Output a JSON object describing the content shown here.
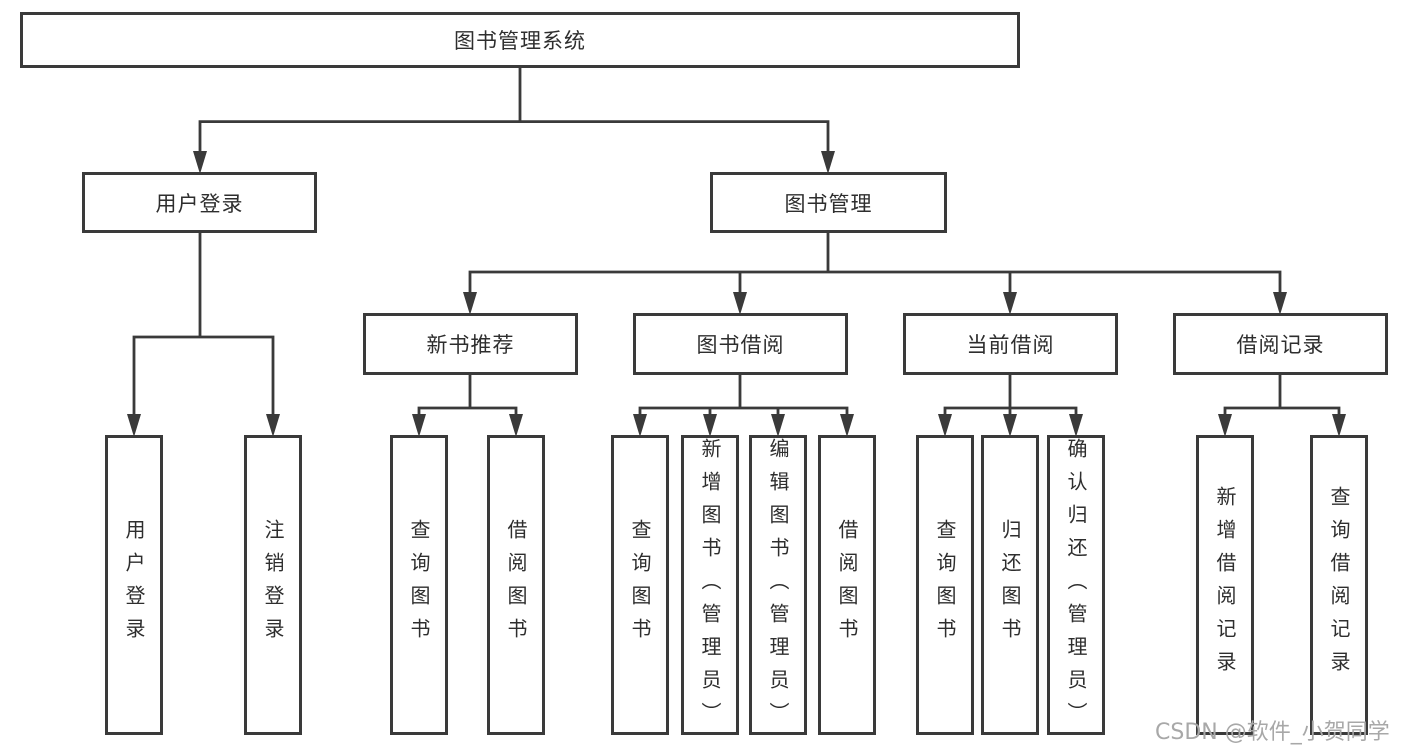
{
  "diagram": {
    "title_node": "图书管理系统",
    "branches": {
      "user_login": {
        "label": "用户登录",
        "children": [
          "用户登录",
          "注销登录"
        ]
      },
      "book_management": {
        "label": "图书管理",
        "children": {
          "new_book_recommend": {
            "label": "新书推荐",
            "children": [
              "查询图书",
              "借阅图书"
            ]
          },
          "book_borrow": {
            "label": "图书借阅",
            "children": [
              "查询图书",
              "新增图书（管理员）",
              "编辑图书（管理员）",
              "借阅图书"
            ]
          },
          "current_borrow": {
            "label": "当前借阅",
            "children": [
              "查询图书",
              "归还图书",
              "确认归还（管理员）"
            ]
          },
          "borrow_record": {
            "label": "借阅记录",
            "children": [
              "新增借阅记录",
              "查询借阅记录"
            ]
          }
        }
      }
    },
    "watermark": "CSDN @软件_小贺同学",
    "colors": {
      "line": "#3a3a3a",
      "box_border": "#3a3a3a",
      "text": "#2e2e2e",
      "watermark_text": "#a8a8a8",
      "background": "#ffffff"
    }
  }
}
